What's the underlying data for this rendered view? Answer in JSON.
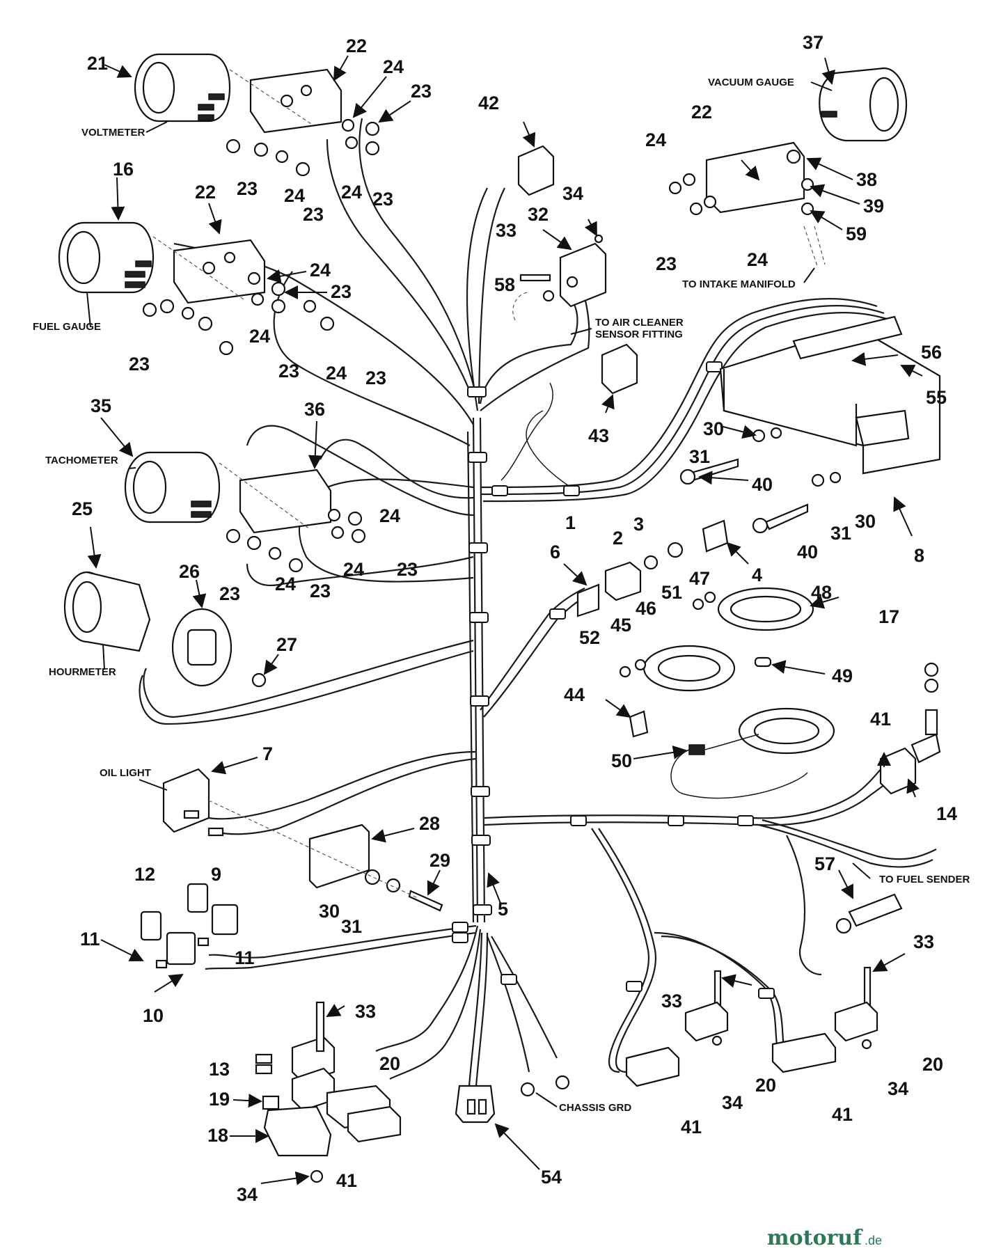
{
  "diagram": {
    "part_numbers": {
      "n21": "21",
      "n22a": "22",
      "n24a": "24",
      "n23a": "23",
      "n23b": "23",
      "n24b": "24",
      "n23c": "23",
      "n24c": "24",
      "n23d": "23",
      "n16": "16",
      "n22b": "22",
      "n24d": "24",
      "n23e": "23",
      "n24e": "24",
      "n23f": "23",
      "n23g": "23",
      "n24f": "24",
      "n23h": "23",
      "n35": "35",
      "n36": "36",
      "n24g": "24",
      "n24h": "24",
      "n23i": "23",
      "n23j": "23",
      "n24i": "24",
      "n23k": "23",
      "n25": "25",
      "n26": "26",
      "n27": "27",
      "n7": "7",
      "n28": "28",
      "n29": "29",
      "n30a": "30",
      "n31a": "31",
      "n5": "5",
      "n12": "12",
      "n9": "9",
      "n11a": "11",
      "n11b": "11",
      "n10": "10",
      "n33a": "33",
      "n20a": "20",
      "n13": "13",
      "n19": "19",
      "n18": "18",
      "n41a": "41",
      "n34a": "34",
      "n54": "54",
      "n42": "42",
      "n34b": "34",
      "n33b": "33",
      "n32": "32",
      "n58": "58",
      "n43": "43",
      "n37": "37",
      "n22c": "22",
      "n24j": "24",
      "n38": "38",
      "n39": "39",
      "n59": "59",
      "n23l": "23",
      "n24k": "24",
      "n56": "56",
      "n55": "55",
      "n30b": "30",
      "n31b": "31",
      "n40a": "40",
      "n40b": "40",
      "n31c": "31",
      "n30c": "30",
      "n8": "8",
      "n1": "1",
      "n2": "2",
      "n3": "3",
      "n4": "4",
      "n6": "6",
      "n51": "51",
      "n47": "47",
      "n48": "48",
      "n46": "46",
      "n45": "45",
      "n52": "52",
      "n49": "49",
      "n44": "44",
      "n50": "50",
      "n17": "17",
      "n41b": "41",
      "n14": "14",
      "n57": "57",
      "n33c": "33",
      "n20b": "20",
      "n34c": "34",
      "n41c": "41",
      "n33d": "33",
      "n20c": "20",
      "n34d": "34",
      "n41d": "41"
    },
    "captions": {
      "voltmeter": "VOLTMETER",
      "fuel_gauge": "FUEL GAUGE",
      "tachometer": "TACHOMETER",
      "hourmeter": "HOURMETER",
      "oil_light": "OIL LIGHT",
      "vacuum_gauge": "VACUUM GAUGE",
      "to_intake_manifold": "TO INTAKE MANIFOLD",
      "to_air_cleaner_1": "TO AIR CLEANER",
      "to_air_cleaner_2": "SENSOR FITTING",
      "to_fuel_sender": "TO FUEL SENDER",
      "chassis_grd": "CHASSIS GRD"
    },
    "watermark": {
      "brand": "motoruf",
      "suffix": ".de"
    }
  }
}
